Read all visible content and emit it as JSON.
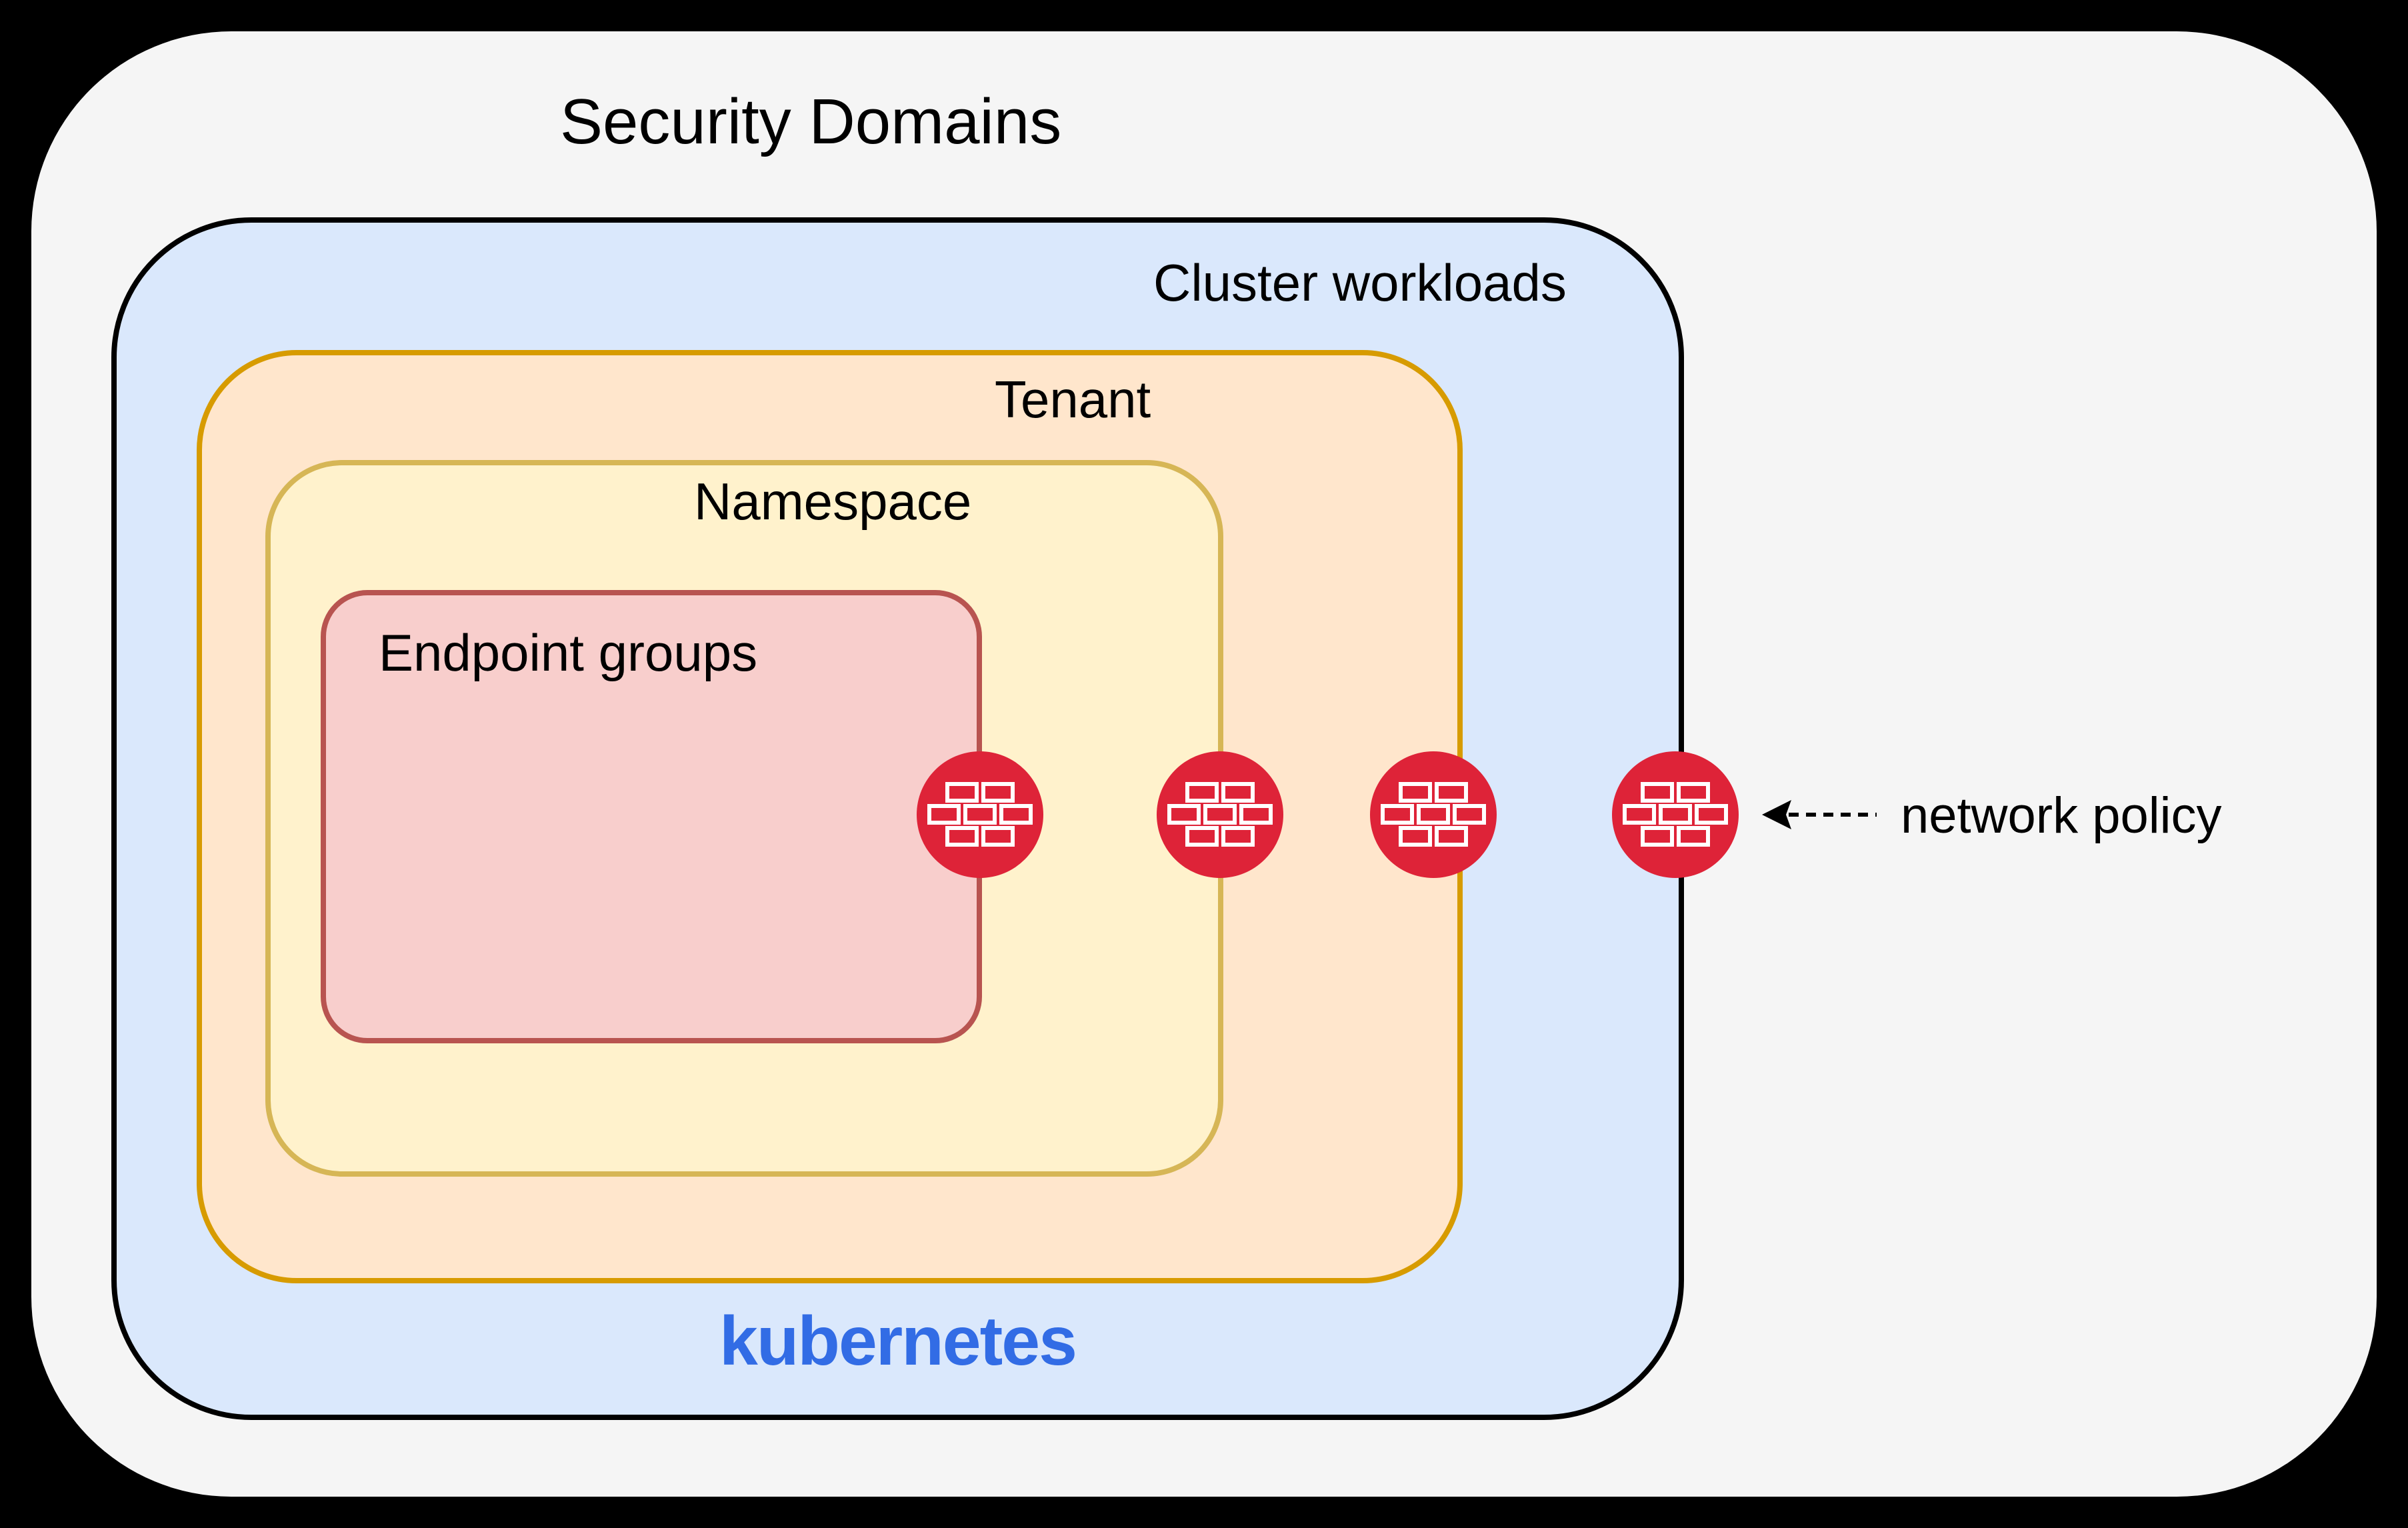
{
  "page": {
    "background": "#000000",
    "canvas_fill": "#f5f5f5"
  },
  "diagram": {
    "title": "Security Domains",
    "domains": {
      "cluster": {
        "label": "Cluster workloads",
        "fill": "#dae8fc",
        "border": "#000000"
      },
      "tenant": {
        "label": "Tenant",
        "fill": "#ffe6cc",
        "border": "#d79b00"
      },
      "namespace": {
        "label": "Namespace",
        "fill": "#fff2cc",
        "border": "#d6b656"
      },
      "endpoint_groups": {
        "label": "Endpoint groups",
        "fill": "#f8cecc",
        "border": "#b85450"
      }
    },
    "platform": {
      "label": "kubernetes",
      "color": "#326ce5"
    },
    "annotation": {
      "label": "network policy",
      "arrow_style": "dashed",
      "arrow_direction": "left"
    },
    "firewalls": {
      "count": 4,
      "icon": "firewall-brick-wall",
      "color": "#de2338",
      "brick_outline": "#ffffff",
      "placement": "one firewall on the boundary of each nested security domain"
    }
  }
}
